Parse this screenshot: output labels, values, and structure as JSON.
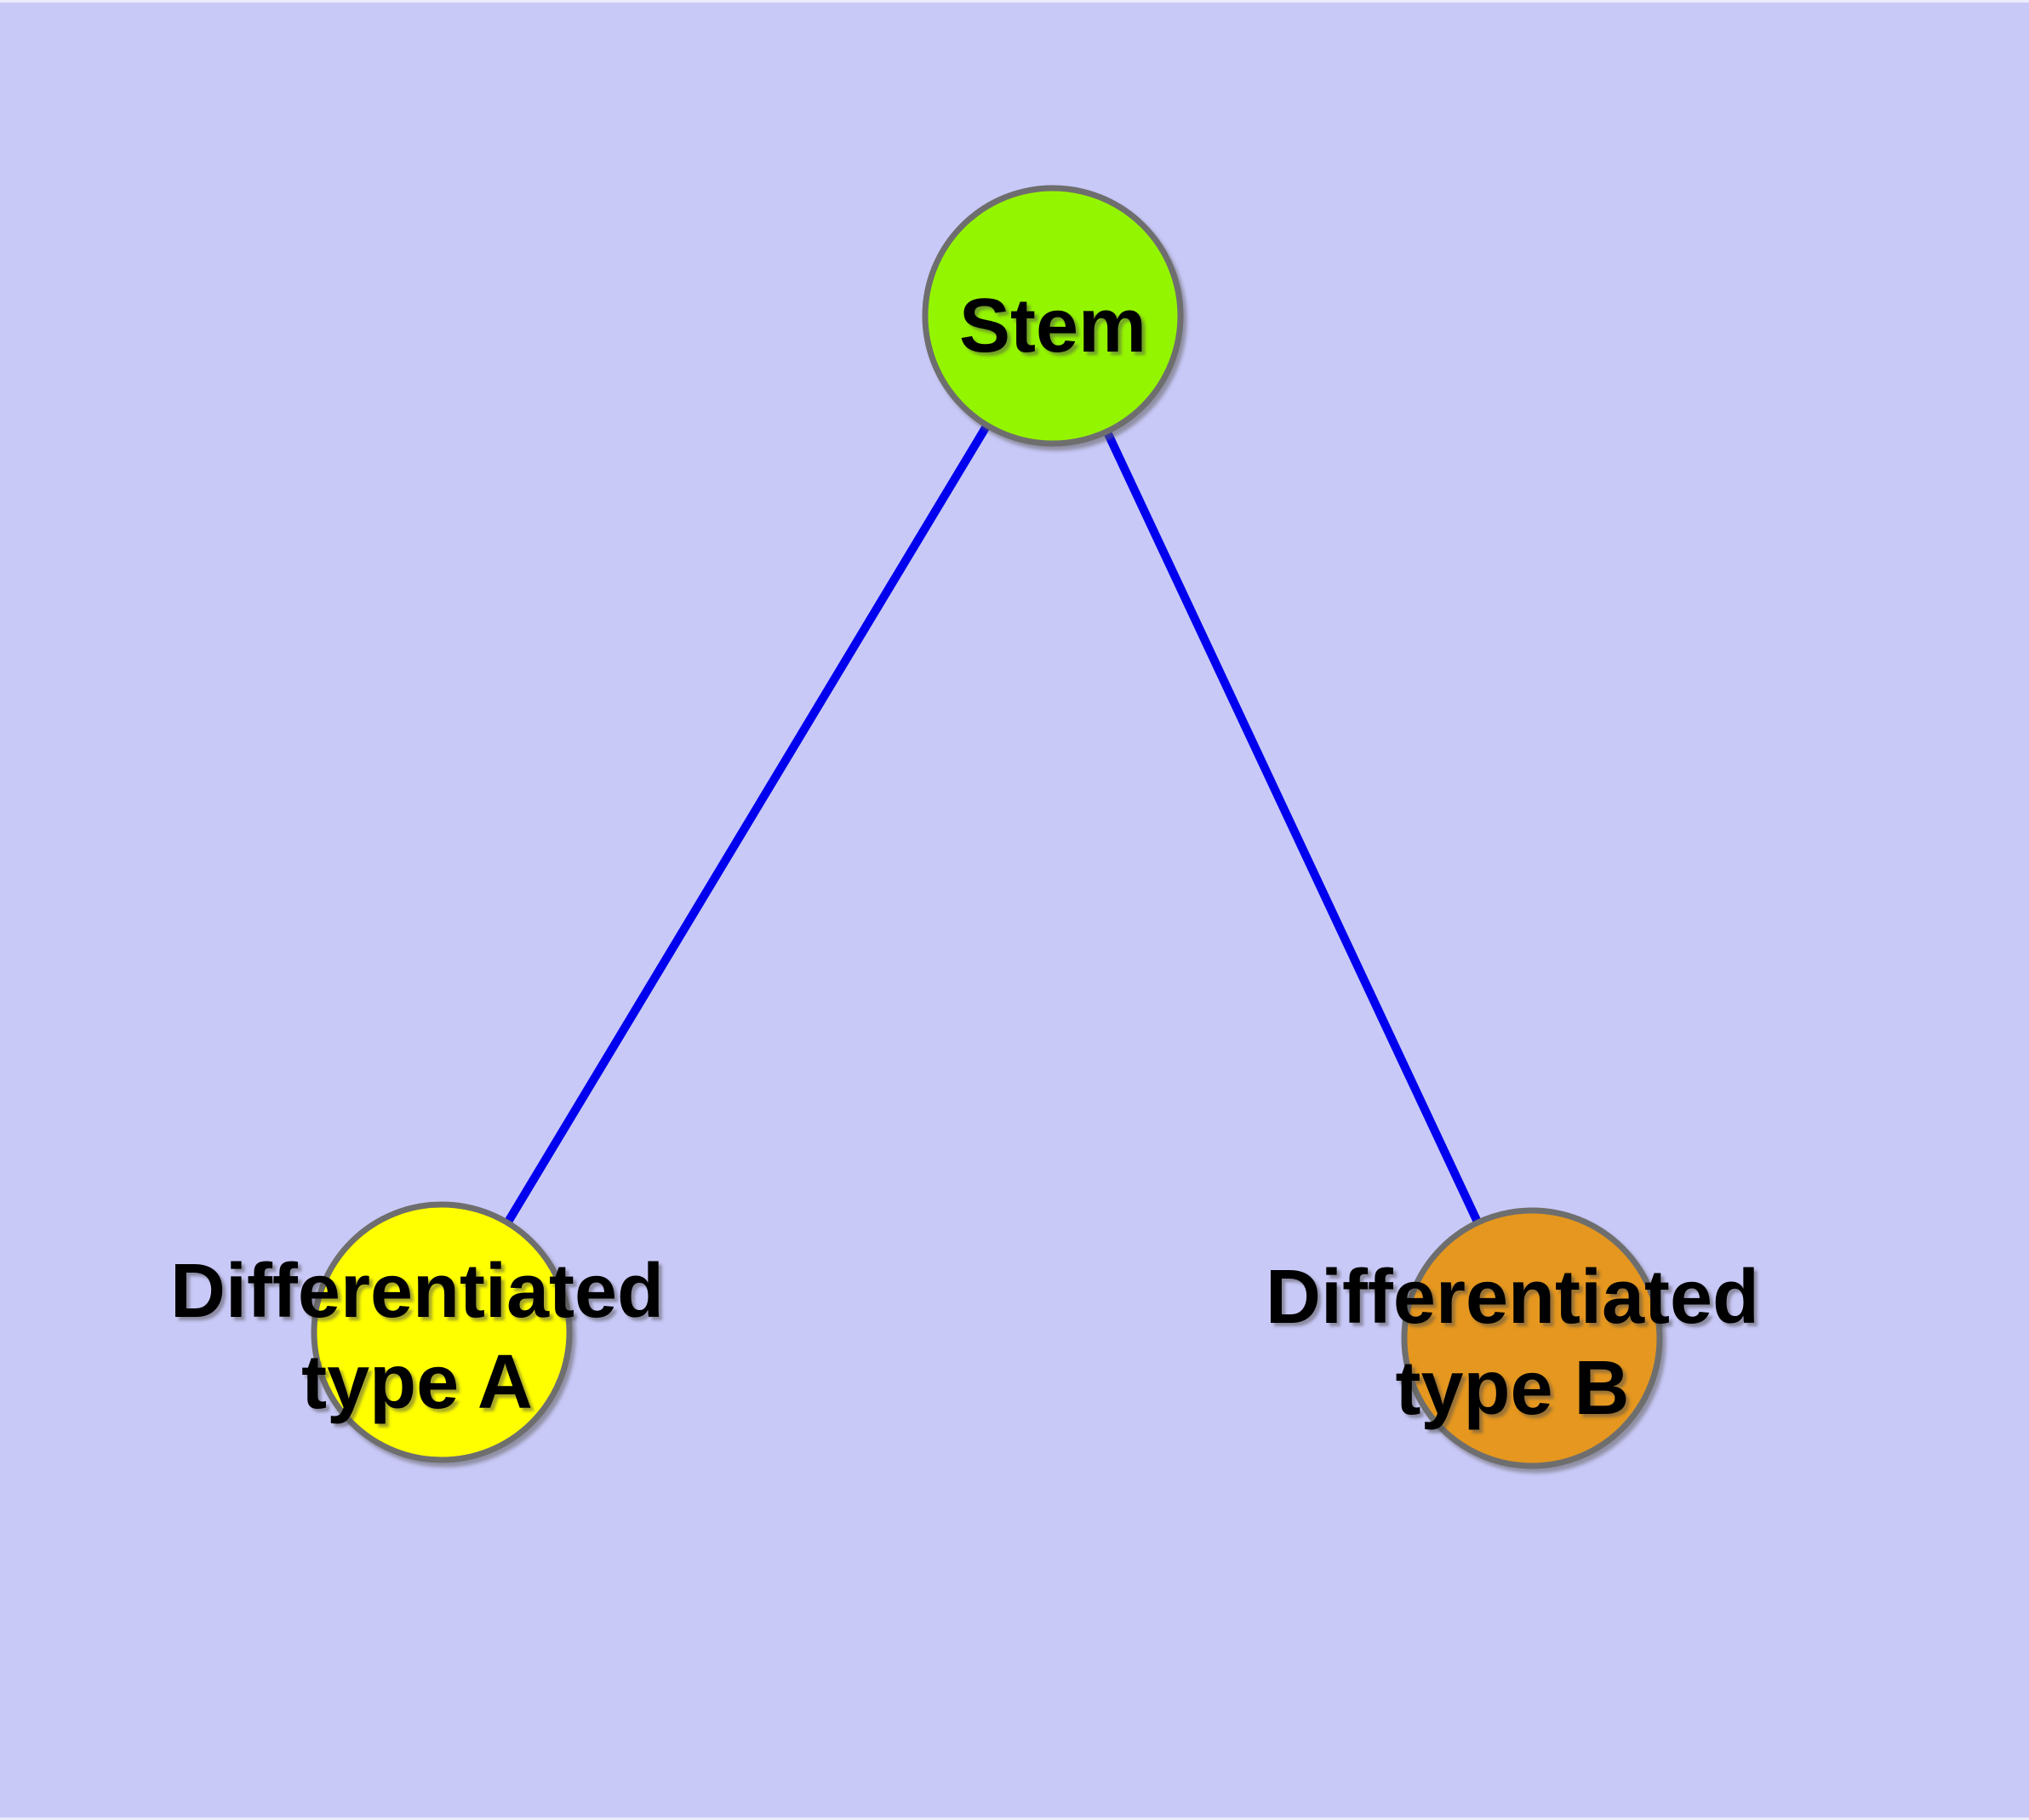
{
  "diagram": {
    "type": "node-link-graph",
    "background_color": "#c9c9f8",
    "edge_color": "#0000ee",
    "node_border_color": "#6e6e6e",
    "label_color": "#000000",
    "nodes": [
      {
        "id": "stem",
        "label": "Stem",
        "color": "#94f500"
      },
      {
        "id": "differentiated-type-a",
        "label_line1": "Differentiated",
        "label_line2": "type A",
        "color": "#ffff00"
      },
      {
        "id": "differentiated-type-b",
        "label_line1": "Differentiated",
        "label_line2": "type B",
        "color": "#e5971f"
      }
    ],
    "edges": [
      {
        "from": "Stem",
        "to": "Differentiated type A"
      },
      {
        "from": "Stem",
        "to": "Differentiated type B"
      }
    ]
  }
}
